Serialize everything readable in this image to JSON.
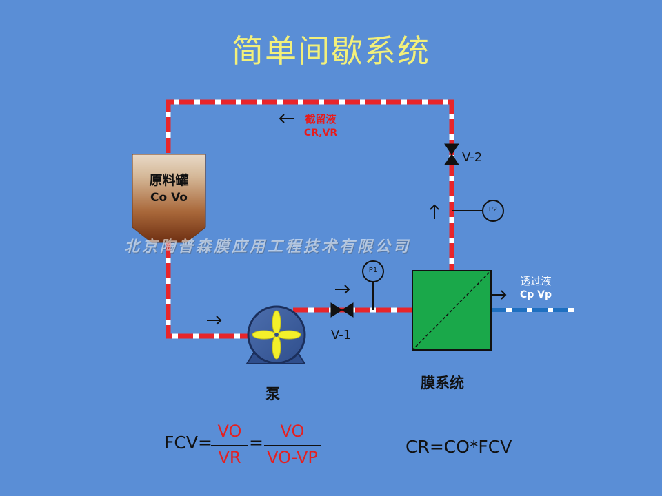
{
  "title": "简单间歇系统",
  "tank": {
    "name": "原料罐",
    "values": "Co Vo"
  },
  "retentate": {
    "name": "截留液",
    "values": "CR,VR"
  },
  "permeate": {
    "name": "透过液",
    "values": "Cp Vp"
  },
  "valves": {
    "v1": "V-1",
    "v2": "V-2"
  },
  "gauges": {
    "p1": "P1",
    "p2": "P2"
  },
  "pump": {
    "name": "泵"
  },
  "membrane": {
    "name": "膜系统"
  },
  "watermark": "北京陶普森膜应用工程技术有限公司",
  "formula": {
    "lhs": "FCV=",
    "frac1_num": "VO",
    "frac1_den": "VR",
    "eq": "=",
    "frac2_num": "VO",
    "frac2_den": "VO-VP",
    "cr": "CR=CO*FCV"
  },
  "colors": {
    "background": "#5a8ed6",
    "pipe_red": "#e8252a",
    "pipe_white": "#ffffff",
    "permeate_blue": "#1e6fc0",
    "membrane_green": "#1aa84a",
    "title_yellow": "#f3f07a",
    "fan_yellow": "#f3f02a"
  },
  "icons": [
    "arrow-left-icon",
    "arrow-right-icon",
    "arrow-up-icon",
    "valve-icon",
    "pressure-gauge-icon",
    "pump-fan-icon"
  ]
}
